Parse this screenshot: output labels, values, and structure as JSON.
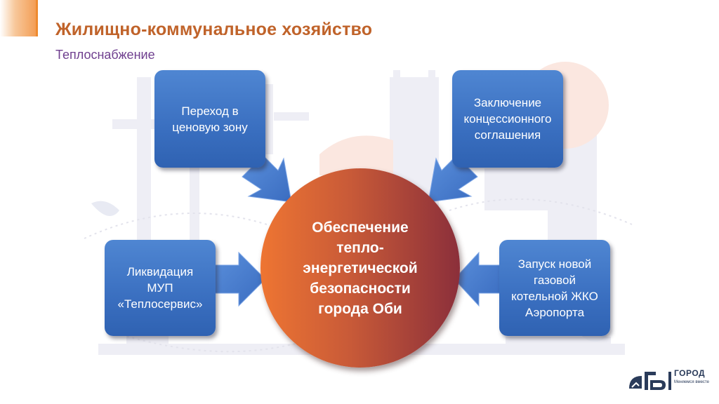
{
  "header": {
    "title": "Жилищно-коммунальное хозяйство",
    "subtitle": "Теплоснабжение"
  },
  "center": {
    "text": "Обеспечение\nтепло-\nэнергетической\nбезопасности\nгорода Оби"
  },
  "boxes": [
    {
      "text": "Переход в\nценовую зону"
    },
    {
      "text": "Заключение\nконцессионного\nсоглашения"
    },
    {
      "text": "Ликвидация\nМУП\n«Теплосервис»"
    },
    {
      "text": "Запуск новой\nгазовой\nкотельной ЖКО\nАэропорта"
    }
  ],
  "logo": {
    "line1": "ГОРОД",
    "line2": "Меняемся вместе"
  },
  "colors": {
    "title": "#c0632a",
    "subtitle": "#6f3f8f",
    "box_blue": "#3a6fc0",
    "circle_start": "#ee7532",
    "circle_end": "#8b2f3a"
  }
}
